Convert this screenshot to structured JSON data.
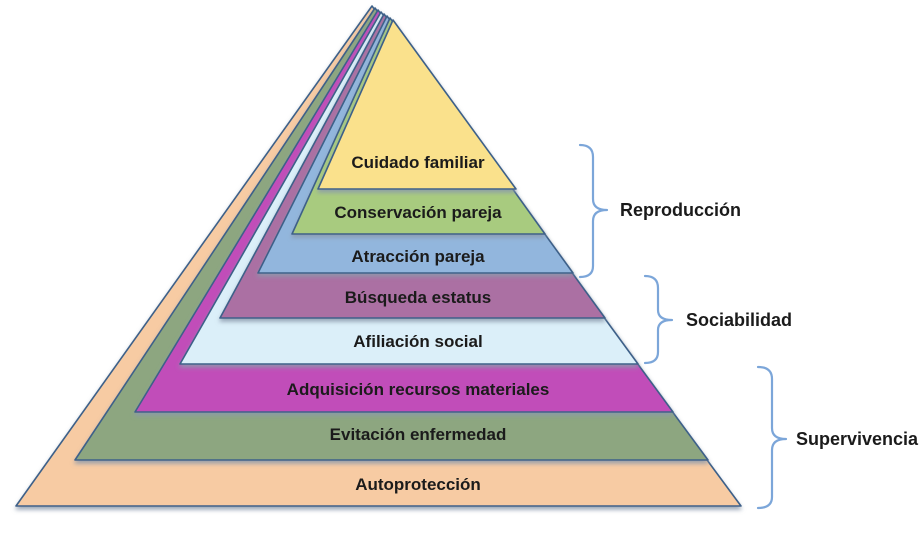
{
  "pyramid": {
    "levels": [
      {
        "id": "cuidado-familiar",
        "label": "Cuidado familiar",
        "color": "#FAE18C"
      },
      {
        "id": "conservacion-pareja",
        "label": "Conservación pareja",
        "color": "#A8CB7F"
      },
      {
        "id": "atraccion-pareja",
        "label": "Atracción pareja",
        "color": "#92B6DD"
      },
      {
        "id": "busqueda-estatus",
        "label": "Búsqueda estatus",
        "color": "#AB6FA3"
      },
      {
        "id": "afiliacion-social",
        "label": "Afiliación social",
        "color": "#DBEFF9"
      },
      {
        "id": "adquisicion-recursos",
        "label": "Adquisición recursos materiales",
        "color": "#C14DB9"
      },
      {
        "id": "evitacion-enfermedad",
        "label": "Evitación enfermedad",
        "color": "#8DA680"
      },
      {
        "id": "autoproteccion",
        "label": "Autoprotección",
        "color": "#F7CBA3"
      }
    ],
    "groups": [
      {
        "id": "reproduccion",
        "label": "Reproducción",
        "levels_spanned": [
          "Cuidado familiar",
          "Conservación pareja",
          "Atracción pareja"
        ]
      },
      {
        "id": "sociabilidad",
        "label": "Sociabilidad",
        "levels_spanned": [
          "Búsqueda estatus",
          "Afiliación social"
        ]
      },
      {
        "id": "supervivencia",
        "label": "Supervivencia",
        "levels_spanned": [
          "Adquisición recursos materiales",
          "Evitación enfermedad",
          "Autoprotección"
        ]
      }
    ],
    "colors": {
      "shape_stroke": "#3E6189",
      "brace": "#7CA6D9",
      "label_text": "#1B1B1B",
      "background": "#FFFFFF"
    }
  }
}
